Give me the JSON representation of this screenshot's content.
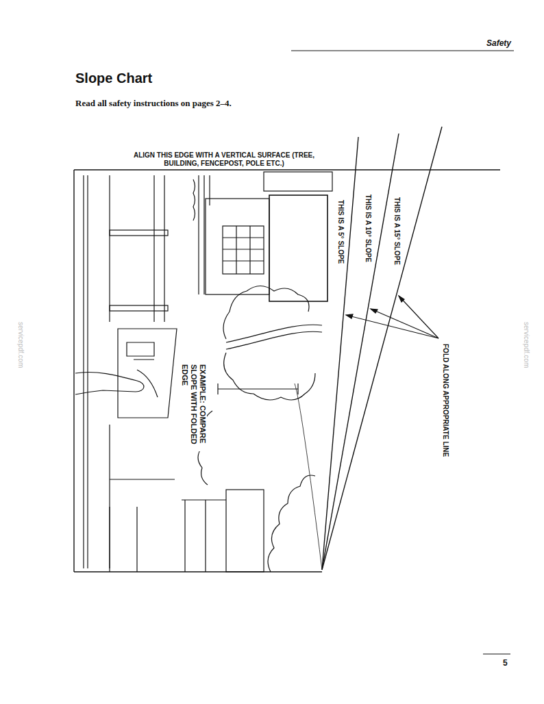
{
  "diagram": {
    "title": "Slope Chart",
    "labels": [
      "Safety",
      "Read all safety instructions on pages 2–4.",
      "ALIGN THIS EDGE WITH A VERTICAL SURFACE (TREE, BUILDING, FENCEPOST, POLE ETC.)",
      "THIS IS A 5° SLOPE",
      "THIS IS A 10° SLOPE",
      "THIS IS A 15° SLOPE",
      "FOLD ALONG APPROPRIATE LINE",
      "EXAMPLE: COMPARE SLOPE WITH FOLDED EDGE",
      "servicepdf.com",
      "servicepdf.com",
      "5"
    ]
  }
}
